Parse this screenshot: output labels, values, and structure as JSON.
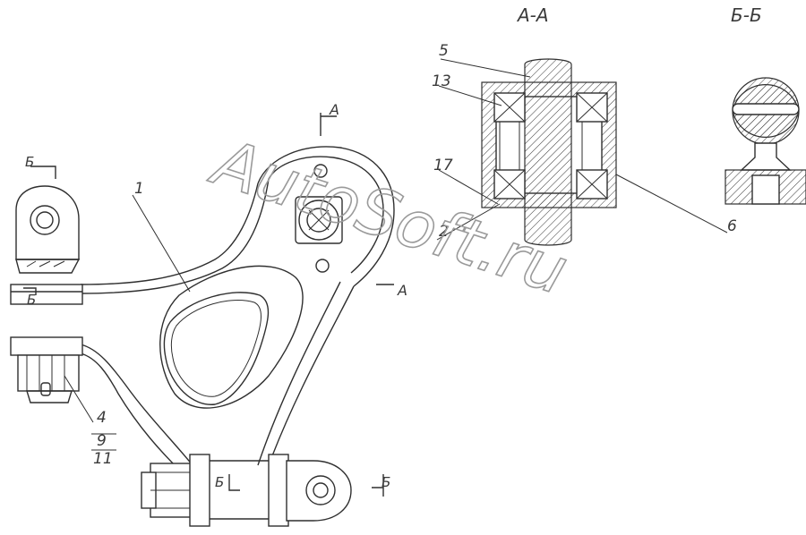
{
  "section_titles": {
    "aa": "А-А",
    "bb": "Б-Б"
  },
  "section_marks": {
    "a_top": "А",
    "a_right": "А",
    "b_left_top": "Б",
    "b_left_mid": "Б",
    "b_bottom_mid": "Б",
    "b_bottom_right": "Б"
  },
  "part_labels": {
    "p1": "1",
    "p2": "2",
    "p4": "4",
    "p5": "5",
    "p6": "6",
    "p9": "9",
    "p11": "11",
    "p13": "13",
    "p17": "17"
  },
  "watermark": "AutoSoft.ru"
}
